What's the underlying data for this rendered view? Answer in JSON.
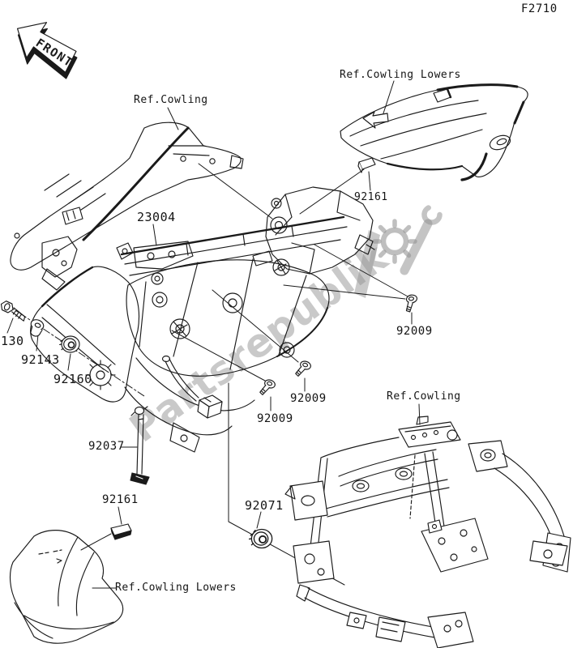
{
  "page": {
    "code": "F2710",
    "watermark_text": "Partsrepublik",
    "background_color": "#ffffff",
    "line_color": "#1a1a1a",
    "watermark_color": "#949494"
  },
  "front_marker": {
    "label": "FRONT"
  },
  "annotations": {
    "ref_cowling_top": {
      "text": "Ref.Cowling"
    },
    "ref_cowling_lowers_top": {
      "text": "Ref.Cowling Lowers"
    },
    "headlight_unit": {
      "text": "23004"
    },
    "damper_pad_top": {
      "text": "92161"
    },
    "screw_right": {
      "text": "92009"
    },
    "bolt_left": {
      "text": "130"
    },
    "collar": {
      "text": "92143"
    },
    "grommet_left": {
      "text": "92160"
    },
    "screw_mid": {
      "text": "92009"
    },
    "screw_low": {
      "text": "92009"
    },
    "band": {
      "text": "92037"
    },
    "damper_pad_bottom": {
      "text": "92161"
    },
    "grommet_frame": {
      "text": "92071"
    },
    "ref_cowling_bottom": {
      "text": "Ref.Cowling"
    },
    "ref_cowling_lowers_bottom": {
      "text": "Ref.Cowling Lowers"
    }
  }
}
